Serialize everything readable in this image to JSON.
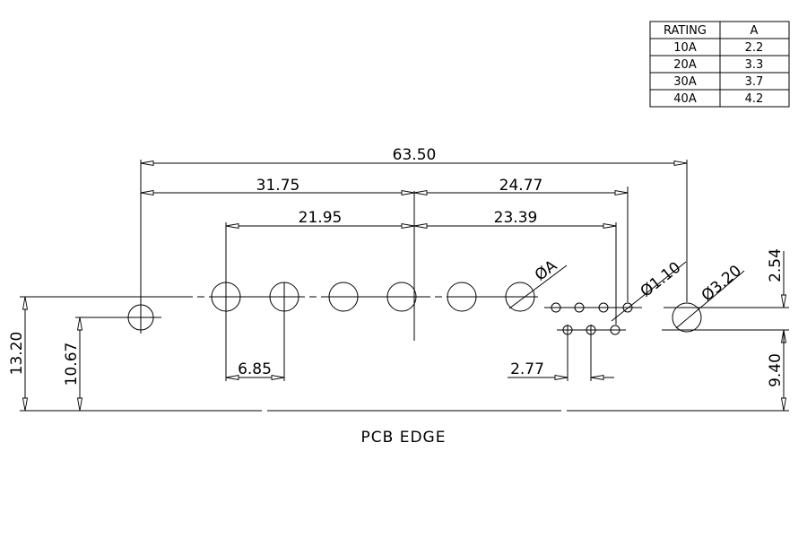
{
  "rating_table": {
    "headers": [
      "RATING",
      "A"
    ],
    "rows": [
      [
        "10A",
        "2.2"
      ],
      [
        "20A",
        "3.3"
      ],
      [
        "30A",
        "3.7"
      ],
      [
        "40A",
        "4.2"
      ]
    ]
  },
  "dimensions": {
    "overall": "63.50",
    "half": "31.75",
    "right_span": "24.77",
    "inner_left": "21.95",
    "inner_right": "23.39",
    "height_total": "13.20",
    "height_offset": "10.67",
    "pitch_large": "6.85",
    "pitch_small": "2.77",
    "small_row_gap": "2.54",
    "right_height": "9.40",
    "hole_a": "ØA",
    "hole_small": "Ø1.10",
    "hole_mount": "Ø3.20"
  },
  "pcb_edge_label": "PCB EDGE"
}
